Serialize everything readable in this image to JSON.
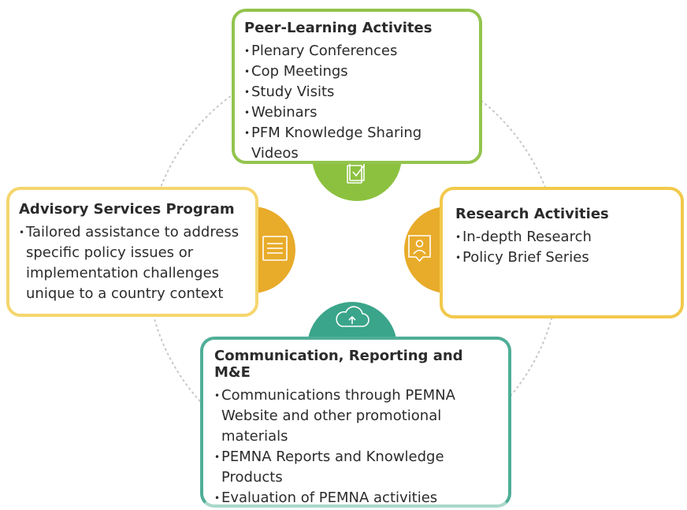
{
  "colors": {
    "green": "#8cc13f",
    "yellow": "#f0c23b",
    "amber": "#e7a92a",
    "teal": "#3aa58a",
    "ring": "#c8c8c8"
  },
  "peer": {
    "title": "Peer-Learning Activites",
    "items": [
      "Plenary Conferences",
      "Cop Meetings",
      "Study Visits",
      "Webinars",
      "PFM Knowledge Sharing Videos"
    ],
    "icon": "checklist-icon"
  },
  "advisory": {
    "title": "Advisory Services Program",
    "items": [
      "Tailored assistance to address specific policy issues or implementation challenges unique to a country context"
    ],
    "icon": "document-icon"
  },
  "research": {
    "title": "Research Activities",
    "items": [
      "In-depth Research",
      "Policy Brief Series"
    ],
    "icon": "person-speech-icon"
  },
  "comm": {
    "title": "Communication, Reporting and M&E",
    "items": [
      "Communications through PEMNA Website and other promotional materials",
      "PEMNA Reports and Knowledge Products",
      "Evaluation of PEMNA activities"
    ],
    "icon": "cloud-upload-icon"
  }
}
